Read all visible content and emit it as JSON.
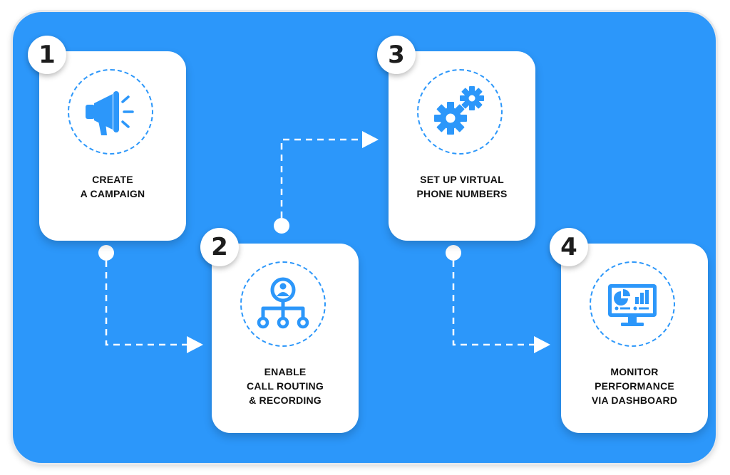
{
  "colors": {
    "panel": "#2c97fa",
    "accent": "#2c97fa",
    "card": "#ffffff",
    "text": "#111111"
  },
  "steps": [
    {
      "number": "1",
      "label": "CREATE\nA CAMPAIGN",
      "icon": "megaphone-icon"
    },
    {
      "number": "2",
      "label": "ENABLE\nCALL ROUTING\n& RECORDING",
      "icon": "call-routing-icon"
    },
    {
      "number": "3",
      "label": "SET UP VIRTUAL\nPHONE NUMBERS",
      "icon": "gears-icon"
    },
    {
      "number": "4",
      "label": "MONITOR\nPERFORMANCE\nVIA DASHBOARD",
      "icon": "dashboard-monitor-icon"
    }
  ]
}
